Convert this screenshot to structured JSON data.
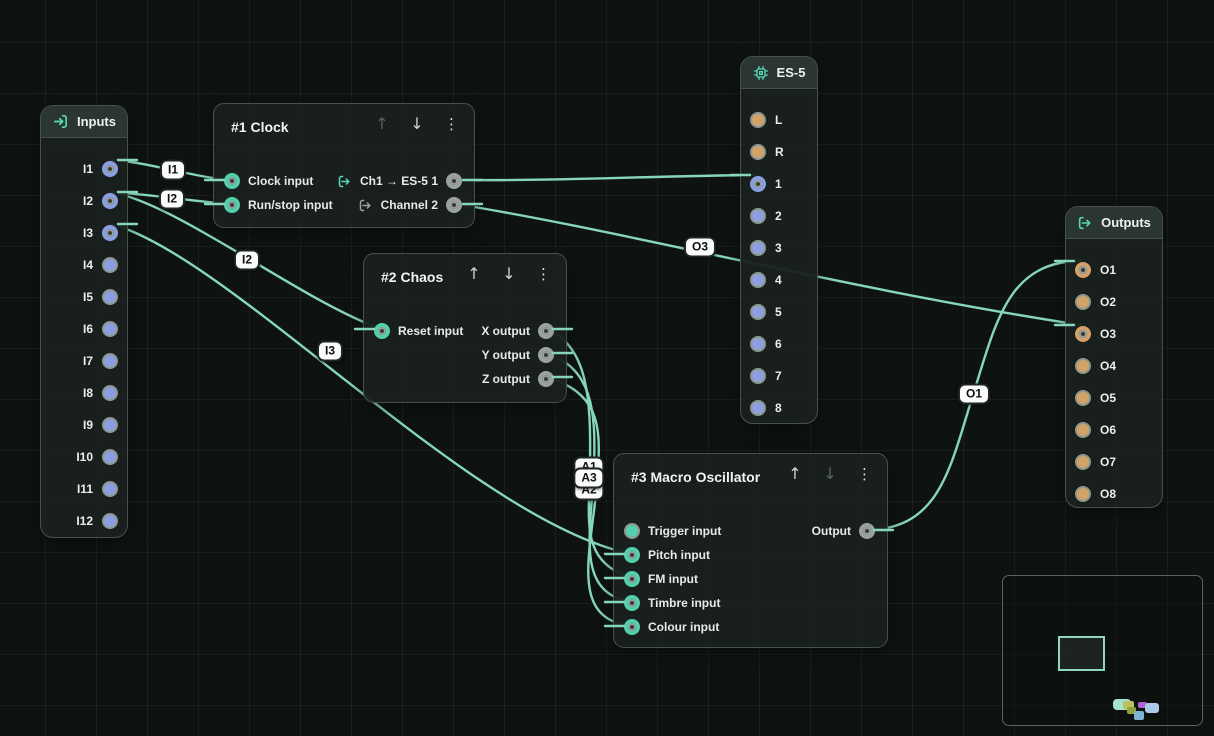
{
  "app": {
    "background": "#0e1312",
    "accent": "#57d8b6",
    "cable_color": "#86d6be"
  },
  "icons": {
    "move_up": "↑",
    "move_down": "↓",
    "menu": "⋮"
  },
  "port_colors": {
    "blue": "#8b9fe0",
    "orange": "#d3a266",
    "teal": "#53cfab",
    "gray": "#9aa29f"
  },
  "panels": {
    "inputs": {
      "title": "Inputs",
      "icon": "import-icon",
      "ports": [
        {
          "label": "I1",
          "color": "blue",
          "connected": true
        },
        {
          "label": "I2",
          "color": "blue",
          "connected": true
        },
        {
          "label": "I3",
          "color": "blue",
          "connected": true
        },
        {
          "label": "I4",
          "color": "blue",
          "connected": false
        },
        {
          "label": "I5",
          "color": "blue",
          "connected": false
        },
        {
          "label": "I6",
          "color": "blue",
          "connected": false
        },
        {
          "label": "I7",
          "color": "blue",
          "connected": false
        },
        {
          "label": "I8",
          "color": "blue",
          "connected": false
        },
        {
          "label": "I9",
          "color": "blue",
          "connected": false
        },
        {
          "label": "I10",
          "color": "blue",
          "connected": false
        },
        {
          "label": "I11",
          "color": "blue",
          "connected": false
        },
        {
          "label": "I12",
          "color": "blue",
          "connected": false
        }
      ]
    },
    "es5": {
      "title": "ES-5",
      "icon": "chip-icon",
      "ports": [
        {
          "label": "L",
          "color": "orange",
          "connected": false
        },
        {
          "label": "R",
          "color": "orange",
          "connected": false
        },
        {
          "label": "1",
          "color": "blue",
          "connected": true
        },
        {
          "label": "2",
          "color": "blue",
          "connected": false
        },
        {
          "label": "3",
          "color": "blue",
          "connected": false
        },
        {
          "label": "4",
          "color": "blue",
          "connected": false
        },
        {
          "label": "5",
          "color": "blue",
          "connected": false
        },
        {
          "label": "6",
          "color": "blue",
          "connected": false
        },
        {
          "label": "7",
          "color": "blue",
          "connected": false
        },
        {
          "label": "8",
          "color": "blue",
          "connected": false
        }
      ]
    },
    "outputs": {
      "title": "Outputs",
      "icon": "export-icon",
      "ports": [
        {
          "label": "O1",
          "color": "orange",
          "connected": true
        },
        {
          "label": "O2",
          "color": "orange",
          "connected": false
        },
        {
          "label": "O3",
          "color": "orange",
          "connected": true
        },
        {
          "label": "O4",
          "color": "orange",
          "connected": false
        },
        {
          "label": "O5",
          "color": "orange",
          "connected": false
        },
        {
          "label": "O6",
          "color": "orange",
          "connected": false
        },
        {
          "label": "O7",
          "color": "orange",
          "connected": false
        },
        {
          "label": "O8",
          "color": "orange",
          "connected": false
        }
      ]
    }
  },
  "modules": [
    {
      "title": "#1 Clock",
      "up_enabled": false,
      "down_enabled": true,
      "inputs": [
        {
          "label": "Clock input",
          "connected": true
        },
        {
          "label": "Run/stop input",
          "connected": true
        }
      ],
      "outputs": [
        {
          "label": "Ch1 → ES-5 1",
          "icon": "route-icon",
          "icon_accent": true,
          "connected": true
        },
        {
          "label": "Channel 2",
          "icon": "route-icon",
          "icon_accent": false,
          "connected": true
        }
      ]
    },
    {
      "title": "#2 Chaos",
      "up_enabled": true,
      "down_enabled": true,
      "inputs": [
        {
          "label": "Reset input",
          "connected": true
        }
      ],
      "outputs": [
        {
          "label": "X output",
          "connected": true
        },
        {
          "label": "Y output",
          "connected": true
        },
        {
          "label": "Z output",
          "connected": true
        }
      ]
    },
    {
      "title": "#3 Macro Oscillator",
      "up_enabled": true,
      "down_enabled": false,
      "inputs": [
        {
          "label": "Trigger input",
          "connected": false
        },
        {
          "label": "Pitch input",
          "connected": true
        },
        {
          "label": "FM input",
          "connected": true
        },
        {
          "label": "Timbre input",
          "connected": true
        },
        {
          "label": "Colour input",
          "connected": true
        }
      ],
      "outputs": [
        {
          "label": "Output",
          "connected": true
        }
      ]
    }
  ],
  "cables": [
    {
      "id": "i1-clock",
      "label": "I1"
    },
    {
      "id": "i2-runstop",
      "label": "I2"
    },
    {
      "id": "i2-reset",
      "label": "I2"
    },
    {
      "id": "i3-pitch",
      "label": "I3"
    },
    {
      "id": "ch1-es5",
      "label": ""
    },
    {
      "id": "ch2-o3",
      "label": "O3"
    },
    {
      "id": "x-fm",
      "label": "A1"
    },
    {
      "id": "y-timbre",
      "label": "A2"
    },
    {
      "id": "z-colour",
      "label": "A3"
    },
    {
      "id": "out-o1",
      "label": "O1"
    }
  ],
  "minimap": {
    "viewport_border": "#8fd8c0",
    "block_colors": [
      "#a7e3d2",
      "#b9c45e",
      "#8fa23c",
      "#b261d6",
      "#aacbe8",
      "#7fb3d6"
    ]
  }
}
